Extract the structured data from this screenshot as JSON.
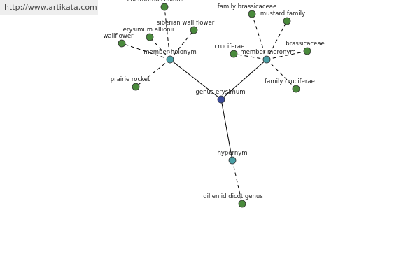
{
  "source_link": "http://www.artikata.com",
  "colors": {
    "leaf": "#4a8a3c",
    "relation": "#4aa0a6",
    "root": "#3a4a9a",
    "stroke": "#333333"
  },
  "nodes": [
    {
      "id": "n_gen",
      "label": "genus erysimum",
      "kind": "root"
    },
    {
      "id": "n_holo",
      "label": "member holonym",
      "kind": "relation"
    },
    {
      "id": "n_mero",
      "label": "member meronym",
      "kind": "relation"
    },
    {
      "id": "n_hyper",
      "label": "hypernym",
      "kind": "relation"
    },
    {
      "id": "n_cheir",
      "label": "cheiranthus allionii",
      "kind": "leaf"
    },
    {
      "id": "n_sib",
      "label": "siberian wall flower",
      "kind": "leaf"
    },
    {
      "id": "n_ery",
      "label": "erysimum allionii",
      "kind": "leaf"
    },
    {
      "id": "n_wall",
      "label": "wallflower",
      "kind": "leaf"
    },
    {
      "id": "n_prair",
      "label": "prairie rocket",
      "kind": "leaf"
    },
    {
      "id": "n_fambr",
      "label": "family brassicaceae",
      "kind": "leaf"
    },
    {
      "id": "n_must",
      "label": "mustard family",
      "kind": "leaf"
    },
    {
      "id": "n_cruc",
      "label": "cruciferae",
      "kind": "leaf"
    },
    {
      "id": "n_brass",
      "label": "brassicaceae",
      "kind": "leaf"
    },
    {
      "id": "n_famcr",
      "label": "family cruciferae",
      "kind": "leaf"
    },
    {
      "id": "n_dill",
      "label": "dilleniid dicot genus",
      "kind": "leaf"
    }
  ],
  "edges": [
    {
      "from": "n_gen",
      "to": "n_holo",
      "style": "solid"
    },
    {
      "from": "n_gen",
      "to": "n_mero",
      "style": "solid"
    },
    {
      "from": "n_gen",
      "to": "n_hyper",
      "style": "solid"
    },
    {
      "from": "n_holo",
      "to": "n_cheir",
      "style": "dashed"
    },
    {
      "from": "n_holo",
      "to": "n_sib",
      "style": "dashed"
    },
    {
      "from": "n_holo",
      "to": "n_ery",
      "style": "dashed"
    },
    {
      "from": "n_holo",
      "to": "n_wall",
      "style": "dashed"
    },
    {
      "from": "n_holo",
      "to": "n_prair",
      "style": "dashed"
    },
    {
      "from": "n_mero",
      "to": "n_fambr",
      "style": "dashed"
    },
    {
      "from": "n_mero",
      "to": "n_must",
      "style": "dashed"
    },
    {
      "from": "n_mero",
      "to": "n_cruc",
      "style": "dashed"
    },
    {
      "from": "n_mero",
      "to": "n_brass",
      "style": "dashed"
    },
    {
      "from": "n_mero",
      "to": "n_famcr",
      "style": "dashed"
    },
    {
      "from": "n_hyper",
      "to": "n_dill",
      "style": "dashed"
    }
  ]
}
